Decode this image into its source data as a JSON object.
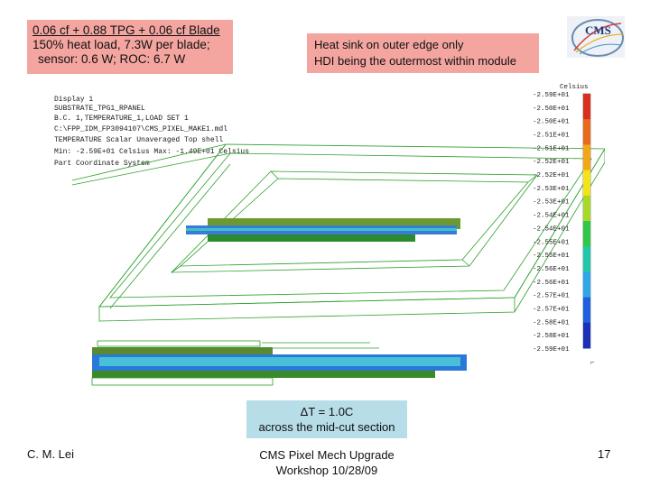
{
  "notes": {
    "left_lines": [
      "0.06 cf + 0.88 TPG + 0.06 cf Blade",
      "150% heat load, 7.3W per blade;",
      "sensor: 0.6 W; ROC:  6.7 W"
    ],
    "right_lines": [
      "Heat sink on outer edge only",
      "HDI being the outermost within module"
    ],
    "delta_lines": [
      "ΔT = 1.0C",
      "across the mid-cut section"
    ]
  },
  "sim": {
    "header_lines": [
      "Display 1",
      "SUBSTRATE_TPG1_RPANEL",
      "  B.C. 1,TEMPERATURE_1,LOAD SET 1",
      "C:\\FPP_IDM_FP3094107\\CMS_PIXEL_MAKE1.mdl",
      "TEMPERATURE  Scalar  Unaveraged  Top shell",
      "Min: -2.59E+01 Celsius   Max: -1.49E+01 Celsius",
      "Part Coordinate System"
    ],
    "legend_unit": "Celsius",
    "legend_values": [
      "-2.59E+01",
      "-2.50E+01",
      "-2.50E+01",
      "-2.51E+01",
      "-2.51E+01",
      "-2.52E+01",
      "-2.52E+01",
      "-2.53E+01",
      "-2.53E+01",
      "-2.54E+01",
      "-2.54E+01",
      "-2.55E+01",
      "-2.55E+01",
      "-2.56E+01",
      "-2.56E+01",
      "-2.57E+01",
      "-2.57E+01",
      "-2.58E+01",
      "-2.58E+01",
      "-2.59E+01"
    ],
    "colors": [
      "#d8301c",
      "#e86a1c",
      "#f2a61a",
      "#f2e31a",
      "#a8d828",
      "#30c848",
      "#20c8a8",
      "#30a8e8",
      "#2060e0",
      "#1c30b8"
    ]
  },
  "footer": {
    "author": "C. M. Lei",
    "workshop_lines": [
      "CMS Pixel Mech Upgrade",
      "Workshop 10/28/09"
    ],
    "page": "17"
  }
}
